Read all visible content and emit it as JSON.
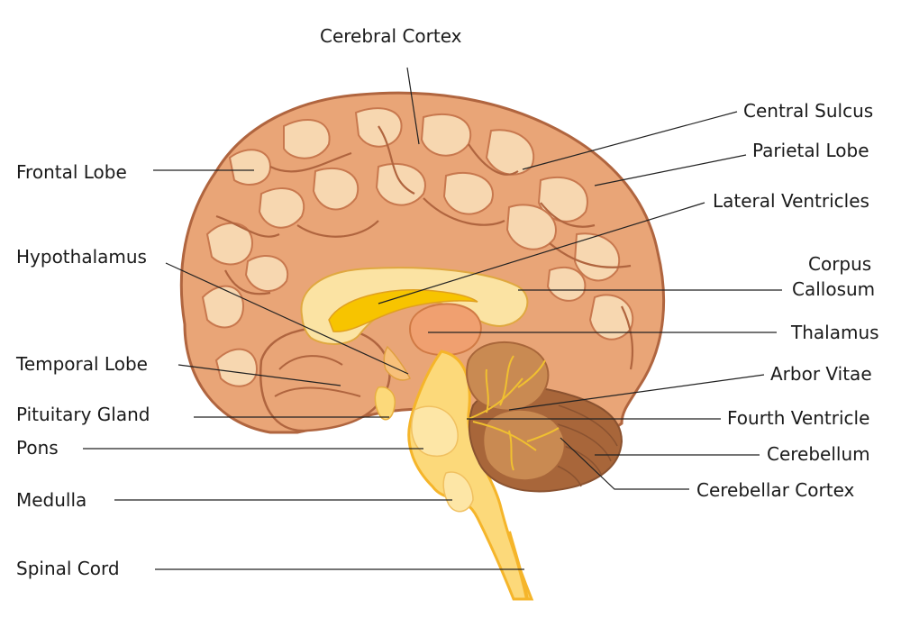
{
  "diagram": {
    "labels": {
      "cerebral_cortex": "Cerebral Cortex",
      "central_sulcus": "Central Sulcus",
      "parietal_lobe": "Parietal Lobe",
      "lateral_ventricles": "Lateral Ventricles",
      "corpus_line1": "Corpus",
      "corpus_line2": "Callosum",
      "thalamus": "Thalamus",
      "arbor_vitae": "Arbor Vitae",
      "fourth_ventricle": "Fourth Ventricle",
      "cerebellum": "Cerebellum",
      "cerebellar_cortex": "Cerebellar Cortex",
      "frontal_lobe": "Frontal Lobe",
      "hypothalamus": "Hypothalamus",
      "temporal_lobe": "Temporal Lobe",
      "pituitary_gland": "Pituitary Gland",
      "pons": "Pons",
      "medulla": "Medulla",
      "spinal_cord": "Spinal Cord"
    },
    "colors": {
      "cortex_outer": "#c8784e",
      "cortex_fill": "#e9a577",
      "cortex_inner": "#f7d7b0",
      "gyri_stroke": "#b0653f",
      "corpus_fill": "#fbe3a3",
      "ventricle": "#f7c400",
      "thalamus": "#f0a070",
      "brainstem": "#fcd97a",
      "brainstem_edge": "#f5b52a",
      "cerebellum": "#c98a52",
      "cerebellum_dark": "#a8663a",
      "arbor": "#f0c030"
    }
  }
}
